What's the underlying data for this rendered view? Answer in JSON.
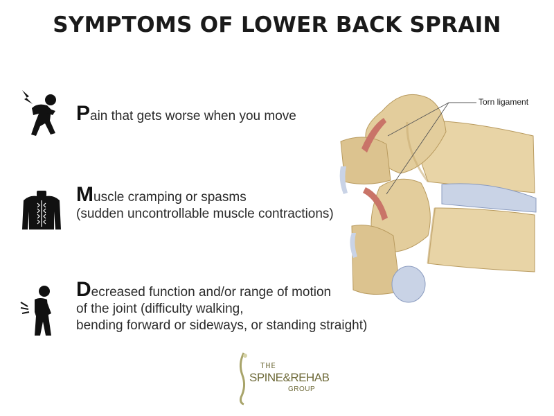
{
  "title": "SYMPTOMS OF LOWER BACK SPRAIN",
  "symptoms": [
    {
      "icon": "pain-person-icon",
      "first_letter": "P",
      "lines": [
        "ain that gets worse when you move"
      ]
    },
    {
      "icon": "muscle-back-icon",
      "first_letter": "M",
      "lines": [
        "uscle cramping or spasms",
        "(sudden uncontrollable muscle contractions)"
      ]
    },
    {
      "icon": "back-pain-walking-icon",
      "first_letter": "D",
      "lines": [
        "ecreased function and/or range of motion",
        "of the joint (difficulty walking,",
        "bending forward or sideways, or standing straight)"
      ]
    }
  ],
  "illustration": {
    "callout": "Torn ligament"
  },
  "logo": {
    "the": "THE",
    "main": "SPINE&REHAB",
    "group": "GROUP"
  },
  "colors": {
    "bone": "#e8d4a6",
    "bone_shadow": "#c9ad74",
    "ligament": "#c97468",
    "disc": "#c9d3e6",
    "icon": "#111111",
    "logo": "#6f6b3a"
  }
}
